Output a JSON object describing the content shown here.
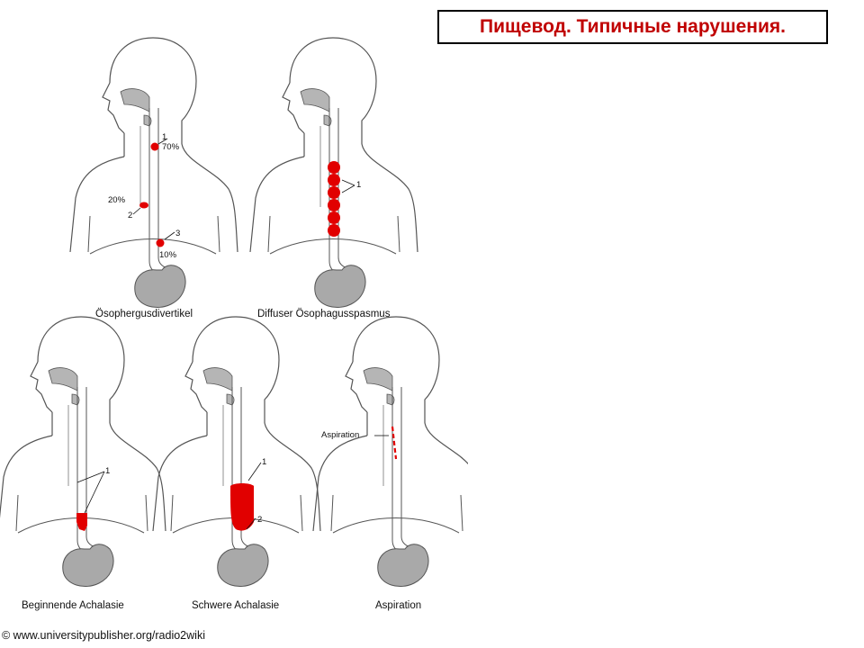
{
  "title": "Пищевод. Типичные нарушения.",
  "colors": {
    "title_text": "#c00000",
    "lesion": "#e10000",
    "organ_gray": "#a9a9a9",
    "outline": "#555555"
  },
  "panels": [
    {
      "caption": "Ösophergusdivertikel",
      "labels": {
        "n1": "1",
        "p70": "70%",
        "p20": "20%",
        "n2": "2",
        "n3": "3",
        "p10": "10%"
      }
    },
    {
      "caption": "Diffuser Ösophagusspasmus",
      "labels": {
        "n1": "1"
      }
    },
    {
      "caption": "Beginnende Achalasie",
      "labels": {
        "n1": "1"
      }
    },
    {
      "caption": "Schwere Achalasie",
      "labels": {
        "n1": "1",
        "n2": "2"
      }
    },
    {
      "caption": "Aspiration",
      "labels": {
        "aspiration": "Aspiration"
      }
    }
  ],
  "copyright": "© www.universitypublisher.org/radio2wiki"
}
